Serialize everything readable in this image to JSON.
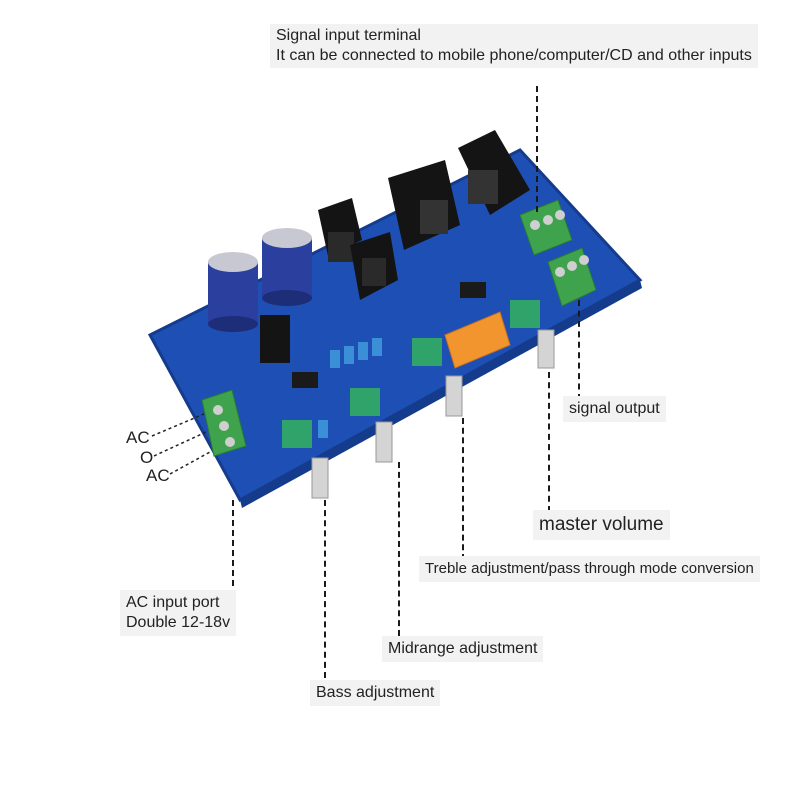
{
  "labels": {
    "signal_input_title": "Signal input terminal",
    "signal_input_desc": "It can be connected to mobile phone/computer/CD and other inputs",
    "signal_output": "signal output",
    "master_volume": "master volume",
    "treble": "Treble adjustment/pass through mode conversion",
    "midrange": "Midrange adjustment",
    "bass": "Bass adjustment",
    "ac_input_title": "AC input port",
    "ac_input_desc": "Double 12-18v",
    "ac_top": "AC",
    "ac_mid": "O",
    "ac_bottom": "AC"
  },
  "colors": {
    "pcb": "#1d4fb5",
    "pcb_edge": "#153c8c",
    "terminal": "#3fa34d",
    "heatsink": "#141414",
    "capacitor": "#2a3f9e",
    "pot_body": "#2fa36a",
    "relay": "#f2952e"
  }
}
